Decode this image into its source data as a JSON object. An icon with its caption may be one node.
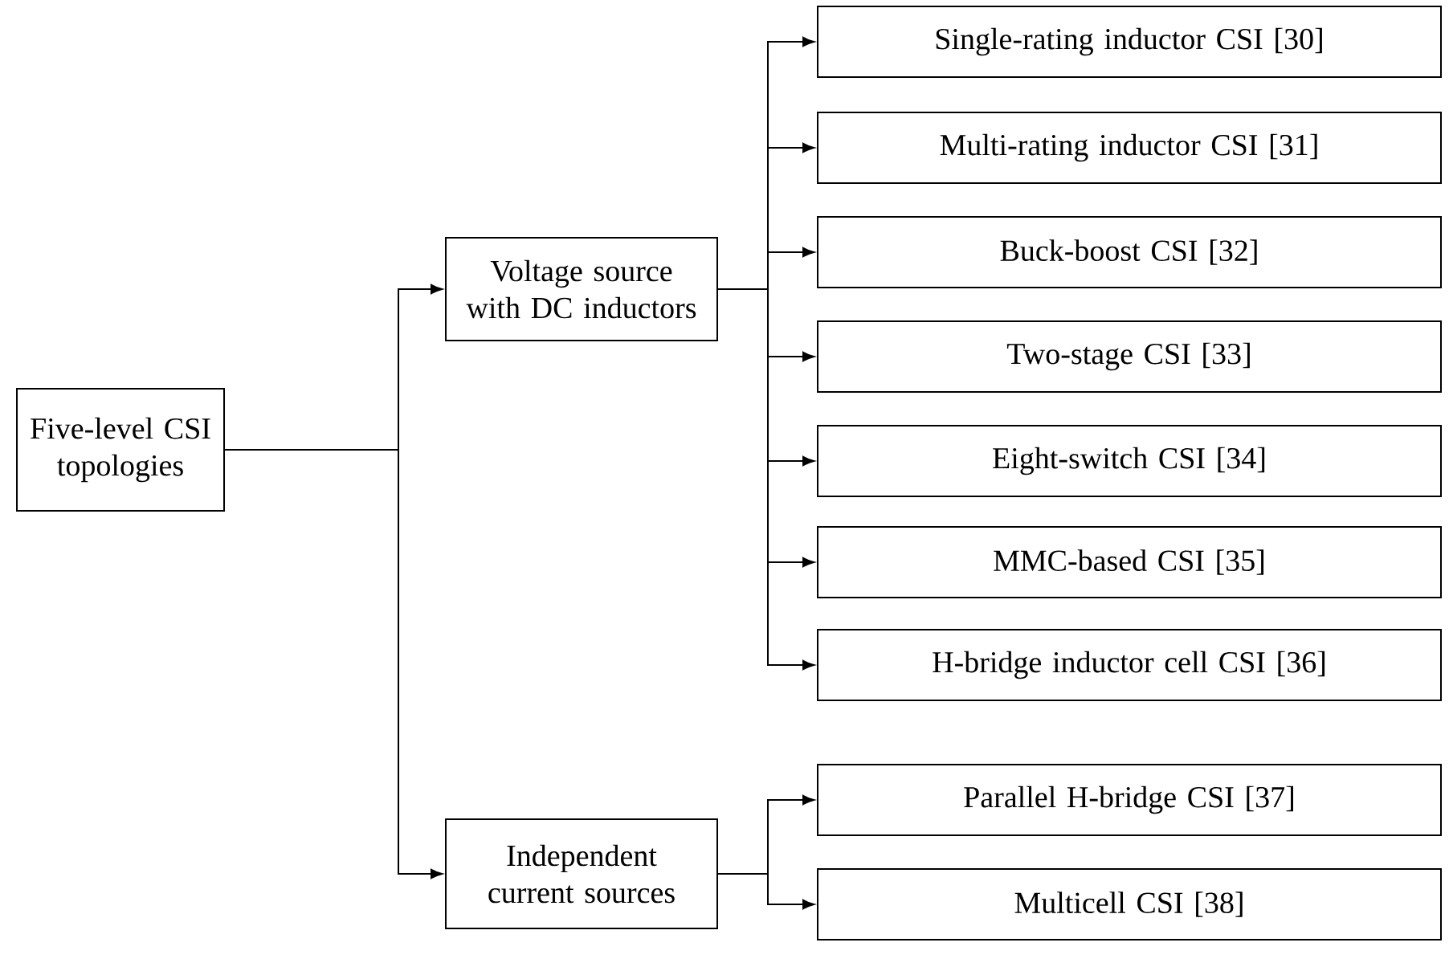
{
  "diagram": {
    "nodes": [
      {
        "text": [
          "Five-level CSI topologies"
        ]
      },
      {
        "text": [
          "Voltage source with DC inductors"
        ]
      },
      {
        "text": [
          "Independent current sources"
        ]
      },
      {
        "text": [
          "Single-rating inductor CSI [30]"
        ]
      },
      {
        "text": [
          "Multi-rating inductor CSI [31]"
        ]
      },
      {
        "text": [
          "Buck-boost CSI [32]"
        ]
      },
      {
        "text": [
          "Two-stage CSI [33]"
        ]
      },
      {
        "text": [
          "Eight-switch CSI [34]"
        ]
      },
      {
        "text": [
          "MMC-based CSI [35]"
        ]
      },
      {
        "text": [
          "H-bridge inductor cell CSI [36]"
        ]
      },
      {
        "text": [
          "Parallel H-bridge CSI [37]"
        ]
      },
      {
        "text": [
          "Multicell CSI [38]"
        ]
      }
    ],
    "edges": [
      {
        "from": 0,
        "to": 1,
        "arrow": "to"
      },
      {
        "from": 0,
        "to": 2,
        "arrow": "to"
      },
      {
        "from": 1,
        "to": 3,
        "arrow": "to"
      },
      {
        "from": 1,
        "to": 4,
        "arrow": "to"
      },
      {
        "from": 1,
        "to": 5,
        "arrow": "to"
      },
      {
        "from": 1,
        "to": 6,
        "arrow": "to"
      },
      {
        "from": 1,
        "to": 7,
        "arrow": "to"
      },
      {
        "from": 1,
        "to": 8,
        "arrow": "to"
      },
      {
        "from": 1,
        "to": 9,
        "arrow": "to"
      },
      {
        "from": 2,
        "to": 10,
        "arrow": "to"
      },
      {
        "from": 2,
        "to": 11,
        "arrow": "to"
      }
    ]
  }
}
